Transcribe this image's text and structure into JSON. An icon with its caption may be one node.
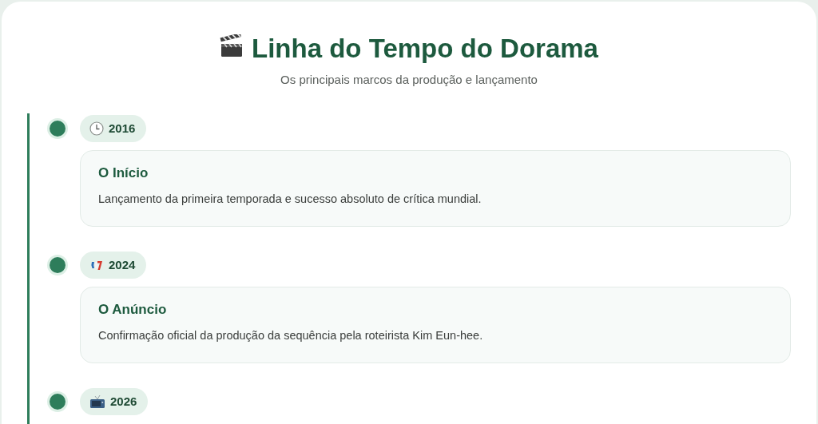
{
  "diagram": {
    "title": "Linha do Tempo do Dorama",
    "nodes": [
      {
        "text": [
          "2016"
        ]
      },
      {
        "text": [
          "O Início",
          "Lançamento da primeira temporada e sucesso absoluto de crítica mundial."
        ]
      },
      {
        "text": [
          "2024"
        ]
      },
      {
        "text": [
          "O Anúncio",
          "Confirmação oficial da produção da sequência pela roteirista Kim Eun-hee."
        ]
      },
      {
        "text": [
          "2026"
        ]
      }
    ],
    "labels": [
      "Os principais marcos da produção e lançamento"
    ]
  }
}
